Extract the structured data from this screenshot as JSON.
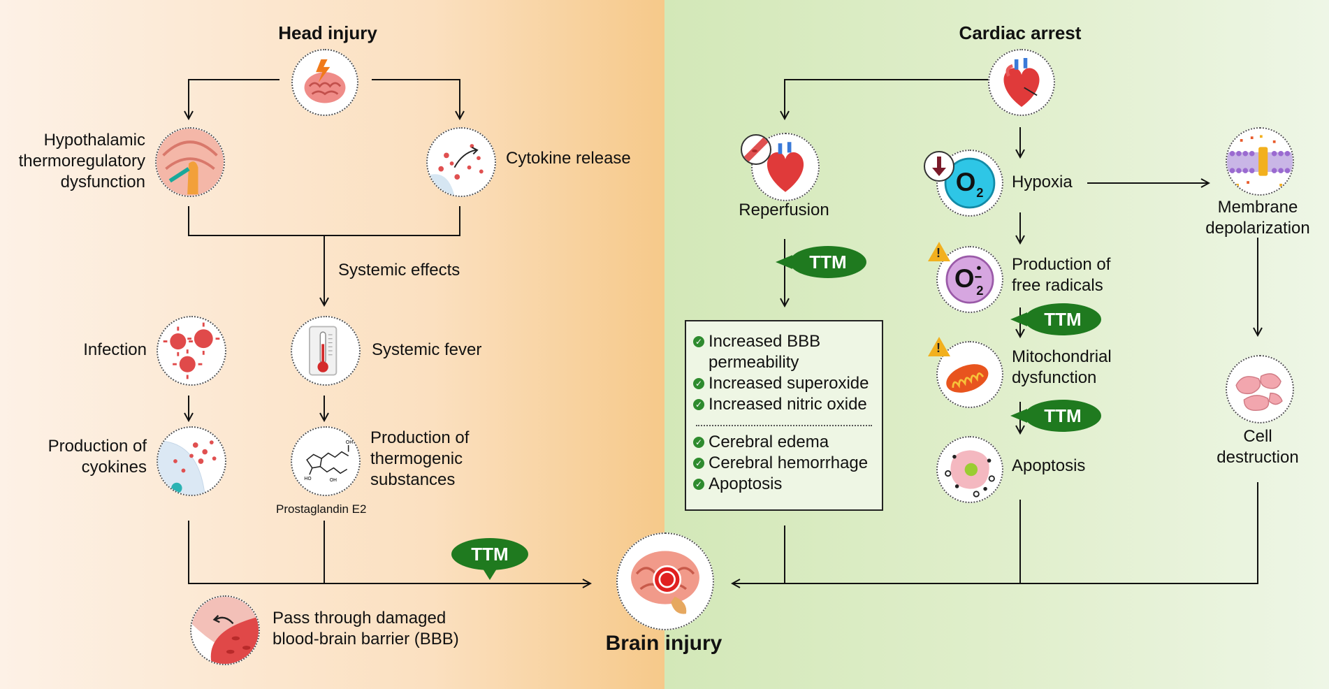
{
  "head_injury": {
    "title": "Head injury",
    "hypothalamic": [
      "Hypothalamic",
      "thermoregulatory",
      "dysfunction"
    ],
    "cytokine_release": "Cytokine release",
    "systemic_effects": "Systemic effects",
    "infection": "Infection",
    "systemic_fever": "Systemic fever",
    "production_cytokines": [
      "Production of",
      "cyokines"
    ],
    "production_thermogenic": [
      "Production of",
      "thermogenic",
      "substances"
    ],
    "prostaglandin": "Prostaglandin E2",
    "bbb": [
      "Pass through damaged",
      "blood-brain barrier (BBB)"
    ],
    "ttm": "TTM"
  },
  "center": {
    "brain_injury": "Brain injury"
  },
  "cardiac_arrest": {
    "title": "Cardiac arrest",
    "reperfusion": "Reperfusion",
    "hypoxia": "Hypoxia",
    "o2": "O",
    "o2_sub": "2",
    "free_radicals": [
      "Production of",
      "free radicals"
    ],
    "mitochondrial": [
      "Mitochondrial",
      "dysfunction"
    ],
    "apoptosis": "Apoptosis",
    "membrane": [
      "Membrane",
      "depolarization"
    ],
    "cell_destruction": [
      "Cell",
      "destruction"
    ],
    "ttm": "TTM",
    "box_items_top": [
      "Increased BBB",
      "permeability",
      "Increased superoxide",
      "Increased nitric oxide"
    ],
    "box_items_bottom": [
      "Cerebral edema",
      "Cerebral hemorrhage",
      "Apoptosis"
    ]
  },
  "icons": [
    "brain-lightning-icon",
    "hypothalamus-icon",
    "cytokine-icon",
    "virus-icon",
    "thermometer-icon",
    "molecule-icon",
    "cell-icon",
    "blood-vessel-icon",
    "brain-target-icon",
    "heart-icon",
    "oxygen-icon",
    "superoxide-icon",
    "mitochondria-icon",
    "apoptotic-cell-icon",
    "membrane-icon",
    "cell-fragments-icon",
    "warning-icon"
  ],
  "colors": {
    "ttm": "#1f7a1f",
    "check": "#2e8b2e",
    "warning": "#f2b01e",
    "left_bg": "#fbe0c0",
    "right_bg": "#e1efcd"
  }
}
